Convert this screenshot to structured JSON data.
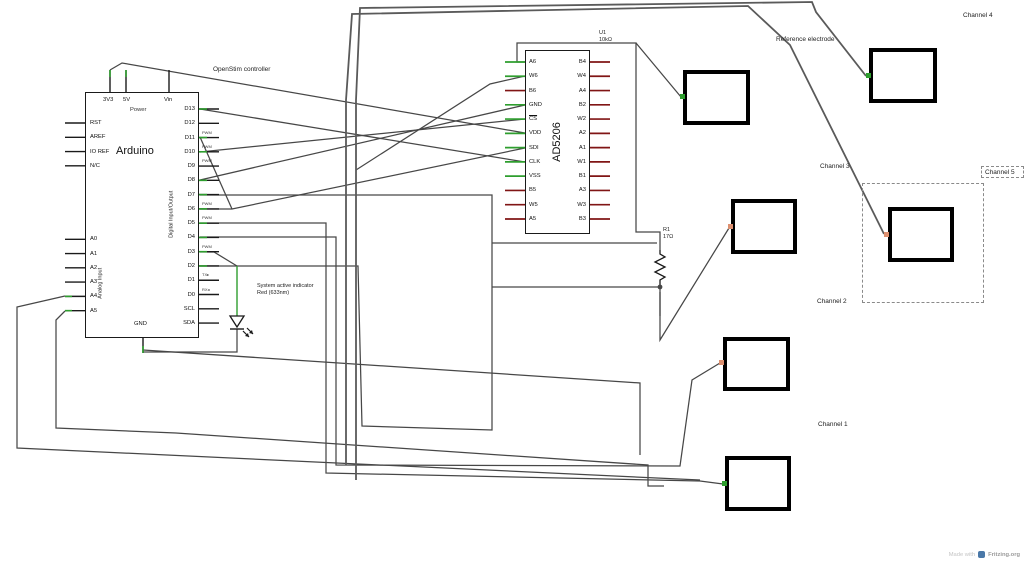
{
  "colors": {
    "wire": "#474747",
    "pin_green": "#2e9e2e",
    "pin_dark_red": "#801515",
    "tip_red": "#dd9070",
    "box_border": "#000000"
  },
  "labels": {
    "openstim": "OpenStim controller",
    "reference_electrode": "Reference electrode",
    "channel4": "Channel 4",
    "channel3": "Channel 3",
    "channel5": "Channel 5",
    "channel2": "Channel 2",
    "channel1": "Channel 1",
    "led_line1": "System active indicator",
    "led_line2": "Red (633nm)"
  },
  "arduino": {
    "title": "Arduino",
    "power": "Power",
    "gnd": "GND",
    "digital": "Digital Input/Output",
    "analog": "Analog Input",
    "top_pins": [
      "3V3",
      "5V",
      "Vin"
    ],
    "left_pins": [
      "RST",
      "AREF",
      "IO REF",
      "N/C"
    ],
    "analog_pins": [
      "A0",
      "A1",
      "A2",
      "A3",
      "A4",
      "A5"
    ],
    "right_pins": [
      {
        "name": "D13"
      },
      {
        "name": "D12"
      },
      {
        "name": "D11",
        "tag": "PWM"
      },
      {
        "name": "D10",
        "tag": "PWM"
      },
      {
        "name": "D9",
        "tag": "PWM"
      },
      {
        "name": "D8"
      },
      {
        "name": "D7"
      },
      {
        "name": "D6",
        "tag": "PWM"
      },
      {
        "name": "D5",
        "tag": "PWM"
      },
      {
        "name": "D4"
      },
      {
        "name": "D3",
        "tag": "PWM"
      },
      {
        "name": "D2"
      },
      {
        "name": "D1",
        "tag": "TX▸"
      },
      {
        "name": "D0",
        "tag": "RX◂"
      },
      {
        "name": "SCL"
      },
      {
        "name": "SDA"
      }
    ]
  },
  "ad5206": {
    "designator": "U1",
    "value": "10kΩ",
    "title": "AD5206",
    "left_pins": [
      {
        "name": "A6",
        "c": "g"
      },
      {
        "name": "W6",
        "c": "g"
      },
      {
        "name": "B6",
        "c": "r"
      },
      {
        "name": "GND",
        "c": "g"
      },
      {
        "name": "CS",
        "c": "g",
        "overline": true
      },
      {
        "name": "VDD",
        "c": "g"
      },
      {
        "name": "SDI",
        "c": "g"
      },
      {
        "name": "CLK",
        "c": "g"
      },
      {
        "name": "VSS",
        "c": "g"
      },
      {
        "name": "B5",
        "c": "r"
      },
      {
        "name": "W5",
        "c": "r"
      },
      {
        "name": "A5",
        "c": "r"
      }
    ],
    "right_pins": [
      "B4",
      "W4",
      "A4",
      "B2",
      "W2",
      "A2",
      "A1",
      "W1",
      "B1",
      "A3",
      "W3",
      "B3"
    ]
  },
  "resistor": {
    "designator": "R1",
    "value": "17Ω"
  },
  "credit": {
    "made_with": "Made with",
    "brand": "Fritzing.org"
  }
}
